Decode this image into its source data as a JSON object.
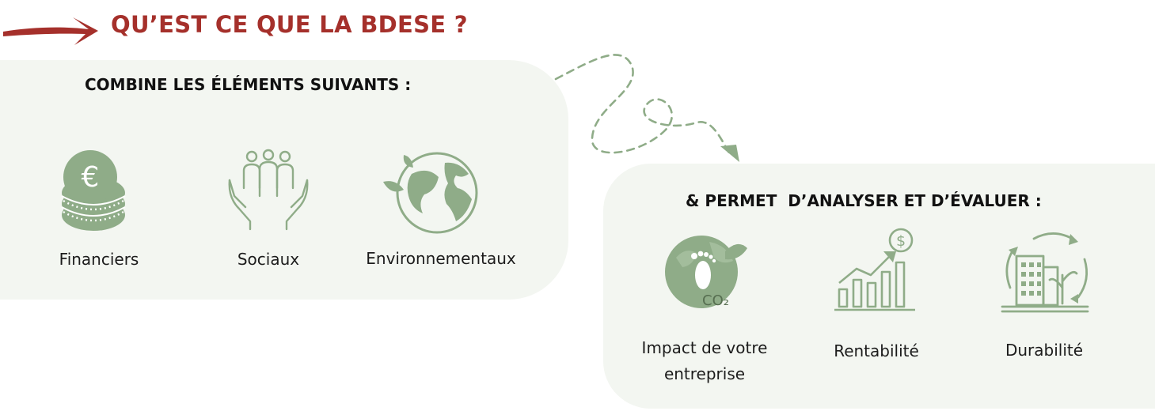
{
  "title": "QU’EST CE QUE LA BDESE ?",
  "colors": {
    "accent": "#a5302b",
    "icon_green": "#8fac88",
    "panel_bg": "#f3f6f1"
  },
  "left_panel": {
    "heading": "COMBINE LES ÉLÉMENTS SUIVANTS :",
    "items": [
      {
        "label": "Financiers",
        "icon": "euro-coins-icon"
      },
      {
        "label": "Sociaux",
        "icon": "people-hands-icon"
      },
      {
        "label": "Environnementaux",
        "icon": "globe-leaf-icon"
      }
    ]
  },
  "right_panel": {
    "heading": "& PERMET  D’ANALYSER ET D’ÉVALUER :",
    "items": [
      {
        "label_line1": "Impact de votre",
        "label_line2": "entreprise",
        "icon": "co2-footprint-icon",
        "icon_text": "CO₂"
      },
      {
        "label": "Rentabilité",
        "icon": "growth-chart-icon",
        "icon_text": "$"
      },
      {
        "label": "Durabilité",
        "icon": "sustainable-building-icon"
      }
    ]
  }
}
